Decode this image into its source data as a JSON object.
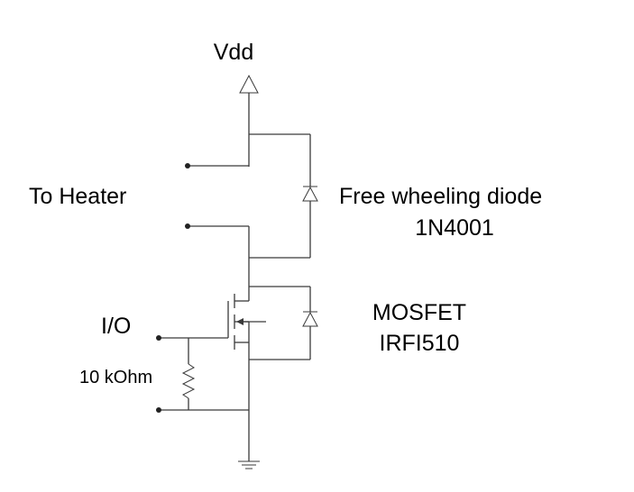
{
  "labels": {
    "supply": "Vdd",
    "heater": "To Heater",
    "diode_title": "Free wheeling diode",
    "diode_part": "1N4001",
    "mosfet_title": "MOSFET",
    "mosfet_part": "IRFI510",
    "io": "I/O",
    "resistor": "10 kOhm"
  },
  "colors": {
    "wire": "#3a3a3a",
    "text": "#000000",
    "background": "#ffffff"
  }
}
